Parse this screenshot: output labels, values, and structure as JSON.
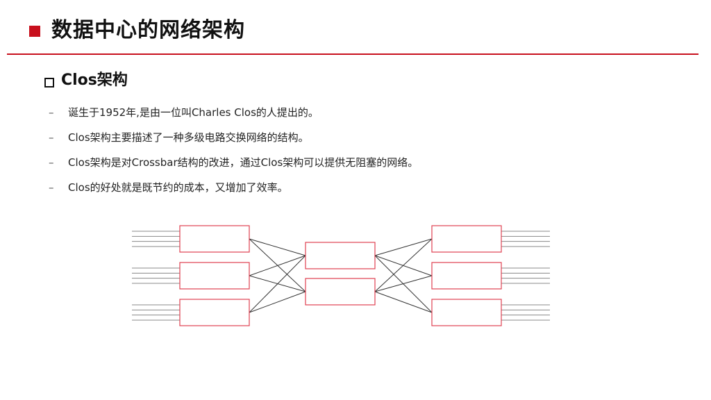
{
  "title": "数据中心的网络架构",
  "subtitle": "Clos架构",
  "bullets": [
    "诞生于1952年,是由一位叫Charles Clos的人提出的。",
    "Clos架构主要描述了一种多级电路交换网络的结构。",
    "Clos架构是对Crossbar结构的改进，通过Clos架构可以提供无阻塞的网络。",
    "Clos的好处就是既节约的成本，又增加了效率。"
  ],
  "bullet_marker": "–",
  "colors": {
    "accent": "#c8101d",
    "box_border": "#e04050",
    "line": "#333333",
    "io_line": "#888888"
  },
  "diagram": {
    "stages": [
      {
        "name": "ingress",
        "switch_count": 3
      },
      {
        "name": "middle",
        "switch_count": 2
      },
      {
        "name": "egress",
        "switch_count": 3
      }
    ],
    "io_lines_per_switch": 4,
    "connections": "full-mesh-between-adjacent-stages"
  }
}
